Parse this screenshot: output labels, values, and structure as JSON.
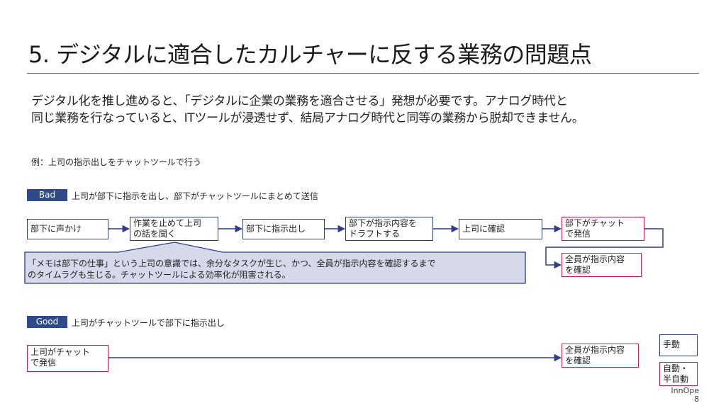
{
  "title": "5. デジタルに適合したカルチャーに反する業務の問題点",
  "intro": {
    "line1": "デジタル化を推し進めると、「デジタルに企業の業務を適合させる」発想が必要です。アナログ時代と",
    "line2": "同じ業務を行なっていると、ITツールが浸透せず、結局アナログ時代と同等の業務から脱却できません。"
  },
  "example_label": "例：上司の指示出しをチャットツールで行う",
  "bad": {
    "tag": "Bad",
    "caption": "上司が部下に指示を出し、部下がチャットツールにまとめて送信",
    "steps": [
      {
        "line1": "部下に声かけ",
        "line2": ""
      },
      {
        "line1": "作業を止めて上司",
        "line2": "の話を聞く"
      },
      {
        "line1": "部下に指示出し",
        "line2": ""
      },
      {
        "line1": "部下が指示内容を",
        "line2": "ドラフトする"
      },
      {
        "line1": "上司に確認",
        "line2": ""
      },
      {
        "line1": "部下がチャット",
        "line2": "で発信"
      },
      {
        "line1": "全員が指示内容",
        "line2": "を確認"
      }
    ],
    "callout": {
      "line1": "「メモは部下の仕事」という上司の意識では、余分なタスクが生じ、かつ、全員が指示内容を確認するまで",
      "line2": "のタイムラグも生じる。チャットツールによる効率化が阻害される。"
    }
  },
  "good": {
    "tag": "Good",
    "caption": "上司がチャットツールで部下に指示出し",
    "steps": [
      {
        "line1": "上司がチャット",
        "line2": "で発信"
      },
      {
        "line1": "全員が指示内容",
        "line2": "を確認"
      }
    ]
  },
  "legend": {
    "manual": "手動",
    "auto_line1": "自動・",
    "auto_line2": "半自動"
  },
  "footer": {
    "brand": "InnOpe",
    "page": "8"
  },
  "colors": {
    "manual_border": "#2e3f86",
    "auto_border": "#c2204f",
    "tag_bg": "#2e4a8a",
    "callout_fill": "#d5d9ea"
  }
}
